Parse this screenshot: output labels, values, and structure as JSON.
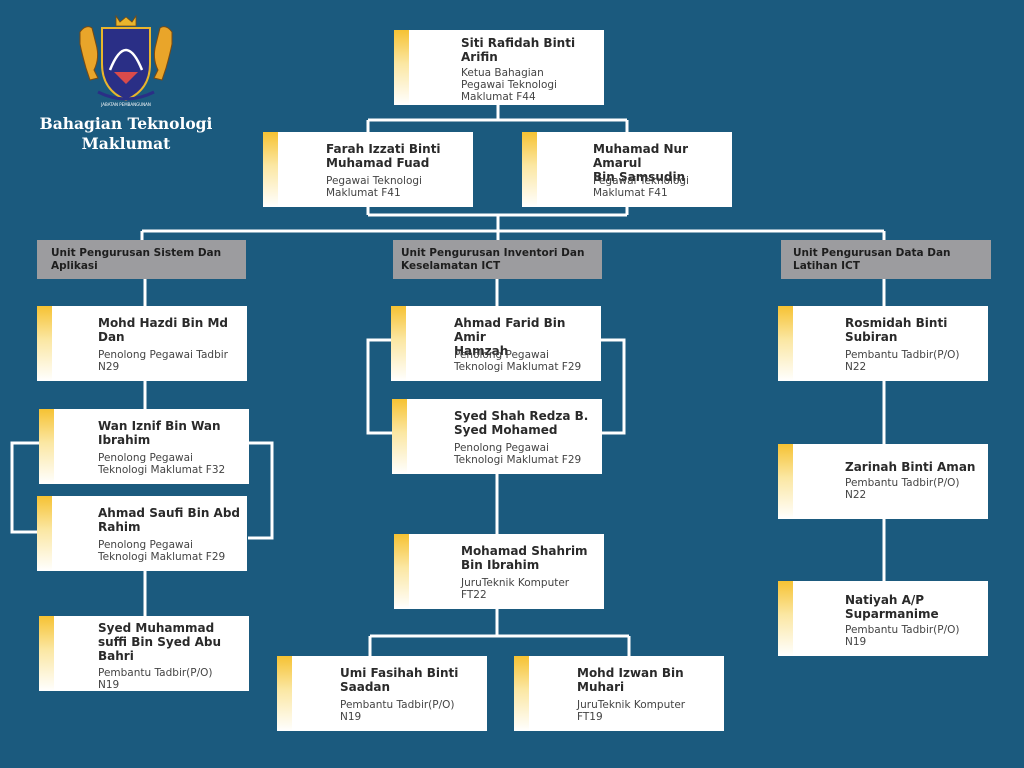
{
  "header": {
    "title": "Bahagian Teknologi\nMaklumat",
    "crest_text": "JABATAN PEMBANGUNAN"
  },
  "units": {
    "u1": "Unit Pengurusan Sistem Dan\nAplikasi",
    "u2": "Unit Pengurusan Inventori Dan\nKeselamatan ICT",
    "u3": "Unit Pengurusan Data Dan\nLatihan ICT"
  },
  "people": {
    "head": {
      "name": "Siti Rafidah Binti\nArifin",
      "role": "Ketua Bahagian\nPegawai Teknologi\nMaklumat F44"
    },
    "deputy1": {
      "name": "Farah Izzati Binti\nMuhamad Fuad",
      "role": "Pegawai Teknologi\nMaklumat F41"
    },
    "deputy2": {
      "name": "Muhamad Nur Amarul\nBin Samsudin",
      "role": "Pegawai Teknologi\nMaklumat F41"
    },
    "a1": {
      "name": "Mohd Hazdi Bin Md\nDan",
      "role": "Penolong Pegawai Tadbir\nN29"
    },
    "a2": {
      "name": "Wan Iznif Bin Wan\nIbrahim",
      "role": "Penolong Pegawai\nTeknologi Maklumat F32"
    },
    "a3": {
      "name": "Ahmad Saufi Bin Abd\nRahim",
      "role": "Penolong Pegawai\nTeknologi Maklumat F29"
    },
    "a4": {
      "name": "Syed Muhammad\nsuffi Bin Syed Abu\nBahri",
      "role": "Pembantu Tadbir(P/O)\nN19"
    },
    "b1": {
      "name": "Ahmad Farid Bin Amir\nHamzah",
      "role": "Penolong Pegawai\nTeknologi Maklumat F29"
    },
    "b2": {
      "name": "Syed Shah Redza B.\nSyed Mohamed",
      "role": "Penolong Pegawai\nTeknologi Maklumat F29"
    },
    "b3": {
      "name": "Mohamad Shahrim\nBin Ibrahim",
      "role": "JuruTeknik Komputer\nFT22"
    },
    "b4": {
      "name": "Umi Fasihah Binti\nSaadan",
      "role": "Pembantu Tadbir(P/O)\nN19"
    },
    "b5": {
      "name": "Mohd Izwan Bin\nMuhari",
      "role": "JuruTeknik Komputer\nFT19"
    },
    "c1": {
      "name": "Rosmidah Binti\nSubiran",
      "role": "Pembantu Tadbir(P/O)\nN22"
    },
    "c2": {
      "name": "Zarinah Binti Aman",
      "role": "Pembantu Tadbir(P/O)\nN22"
    },
    "c3": {
      "name": "Natiyah A/P\nSuparmanime",
      "role": "Pembantu Tadbir(P/O)\nN19"
    }
  },
  "colors": {
    "background": "#1b5a7e",
    "card": "#ffffff",
    "accent": "#f6c233",
    "unit_header": "#9c9c9f",
    "connector": "#ffffff"
  }
}
